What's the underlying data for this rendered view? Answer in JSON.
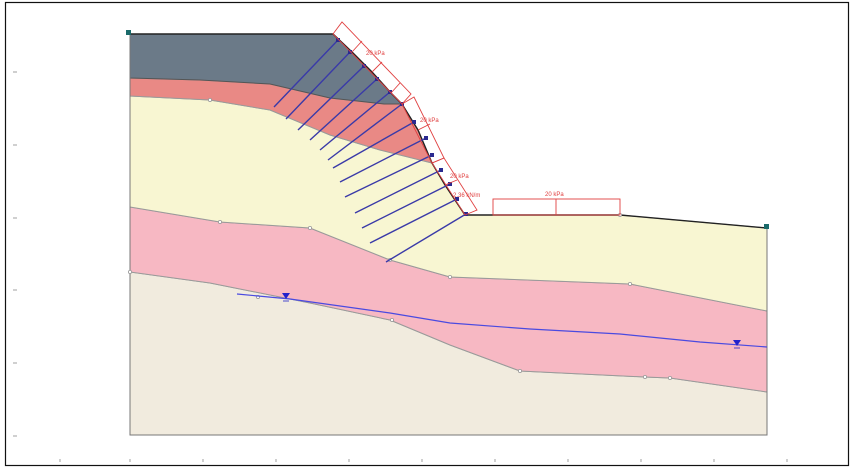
{
  "colors": {
    "background": "#ffffff",
    "border": "#111111",
    "layer_top": "#6b7a88",
    "layer_red": "#e98985",
    "layer_yellow": "#f8f6d2",
    "layer_pink": "#f7b8c3",
    "layer_bedrock": "#f1ebde",
    "nail": "#3a3aa8",
    "water_table": "#4a4ae0",
    "load": "#e04040"
  },
  "loads": [
    {
      "text": "20 kPa"
    },
    {
      "text": "20 kPa"
    },
    {
      "text": "20 kPa"
    },
    {
      "text": "2.36 kN/m"
    },
    {
      "text": "20 kPa"
    }
  ],
  "water_table_symbols": [
    "water-table-marker-left",
    "water-table-marker-right"
  ]
}
